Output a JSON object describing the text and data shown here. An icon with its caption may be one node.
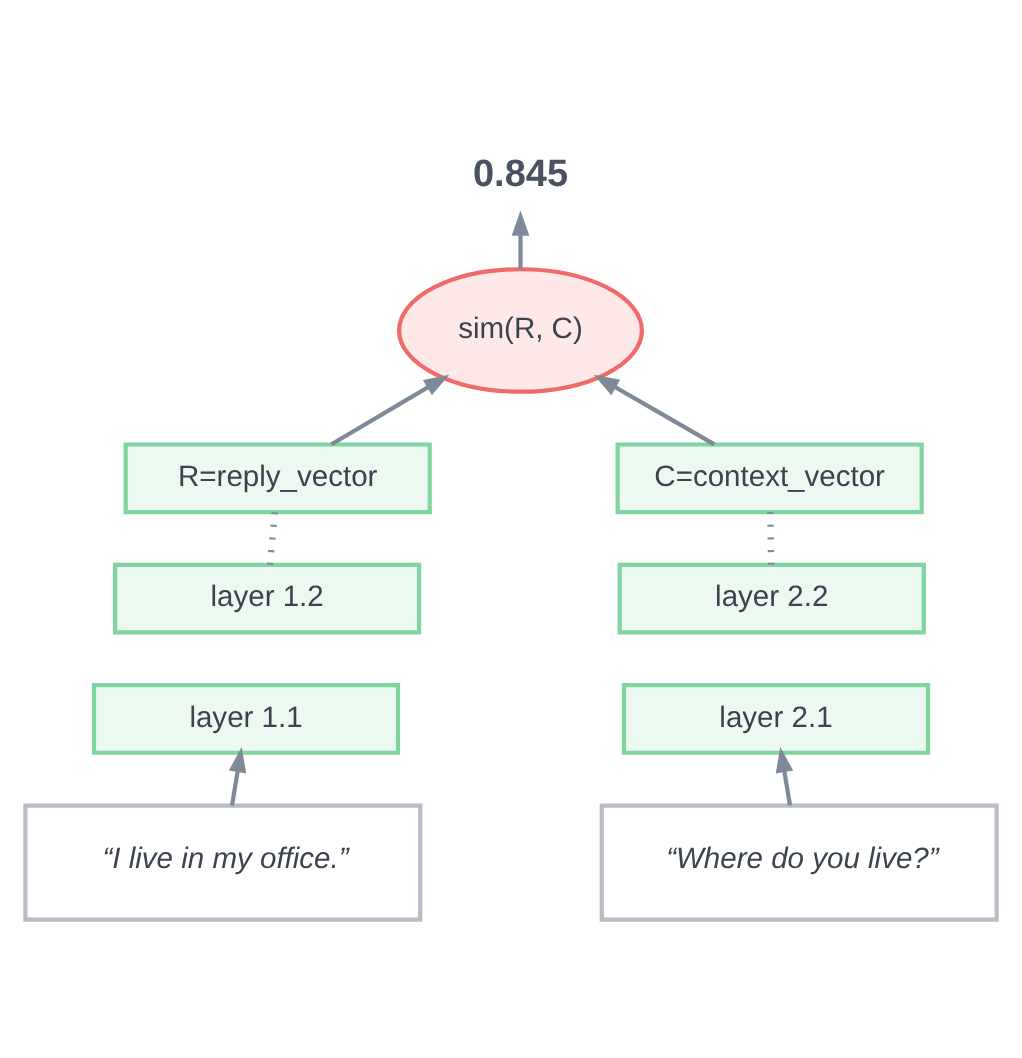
{
  "diagram": {
    "nodes": [
      {
        "text": [
          "0.845"
        ]
      },
      {
        "text": [
          "sim(R, C)"
        ]
      },
      {
        "text": [
          "R=reply_vector"
        ]
      },
      {
        "text": [
          "C=context_vector"
        ]
      },
      {
        "text": [
          "layer 1.2"
        ]
      },
      {
        "text": [
          "layer 2.2"
        ]
      },
      {
        "text": [
          "layer 1.1"
        ]
      },
      {
        "text": [
          "layer 2.1"
        ]
      },
      {
        "text": [
          "“I live in my office.”"
        ]
      },
      {
        "text": [
          "“Where do you live?”"
        ]
      }
    ],
    "edges": [
      {
        "from": 1,
        "to": 0,
        "arrow": "to"
      },
      {
        "from": 2,
        "to": 1,
        "arrow": "to"
      },
      {
        "from": 3,
        "to": 1,
        "arrow": "to"
      },
      {
        "from": 4,
        "to": 2,
        "arrow": "none",
        "style": "dashed"
      },
      {
        "from": 5,
        "to": 3,
        "arrow": "none",
        "style": "dashed"
      },
      {
        "from": 8,
        "to": 6,
        "arrow": "to"
      },
      {
        "from": 9,
        "to": 7,
        "arrow": "to"
      }
    ]
  }
}
